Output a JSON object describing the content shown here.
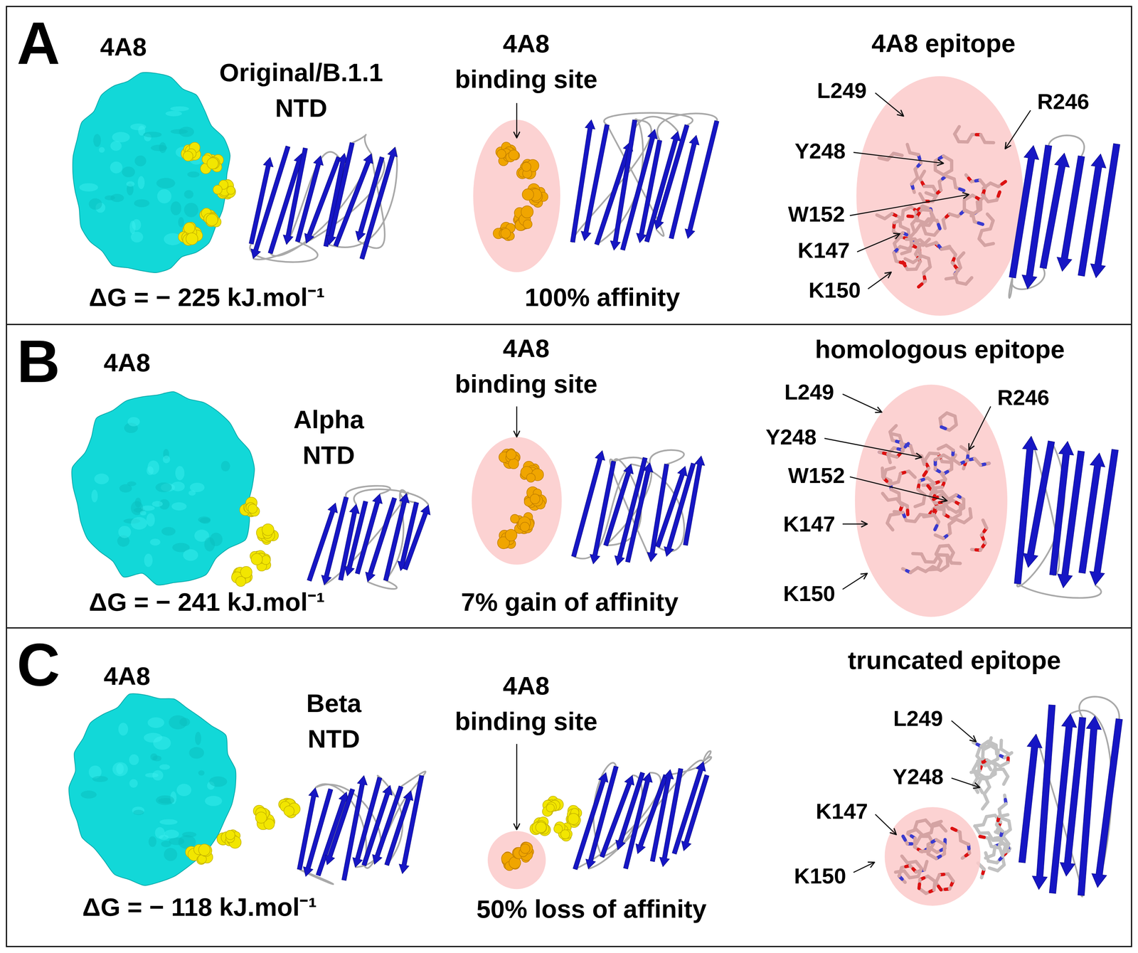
{
  "diagram": {
    "nodes": [
      {
        "text": [
          "A"
        ]
      },
      {
        "text": [
          "B"
        ]
      },
      {
        "text": [
          "C"
        ]
      }
    ],
    "labels": [
      "4A8",
      "Original/B.1.1 NTD",
      "4A8 binding site",
      "4A8 epitope",
      "L249",
      "R246",
      "Y248",
      "W152",
      "K147",
      "K150",
      "ΔG = − 225 kJ.mol⁻¹",
      "100% affinity",
      "4A8",
      "Alpha NTD",
      "4A8 binding site",
      "homologous epitope",
      "L249",
      "R246",
      "Y248",
      "W152",
      "K147",
      "K150",
      "ΔG = − 241 kJ.mol⁻¹",
      "7% gain of affinity",
      "4A8",
      "Beta NTD",
      "4A8 binding site",
      "truncated epitope",
      "L249",
      "Y248",
      "K147",
      "K150",
      "ΔG = − 118 kJ.mol⁻¹",
      "50% loss of affinity"
    ]
  }
}
